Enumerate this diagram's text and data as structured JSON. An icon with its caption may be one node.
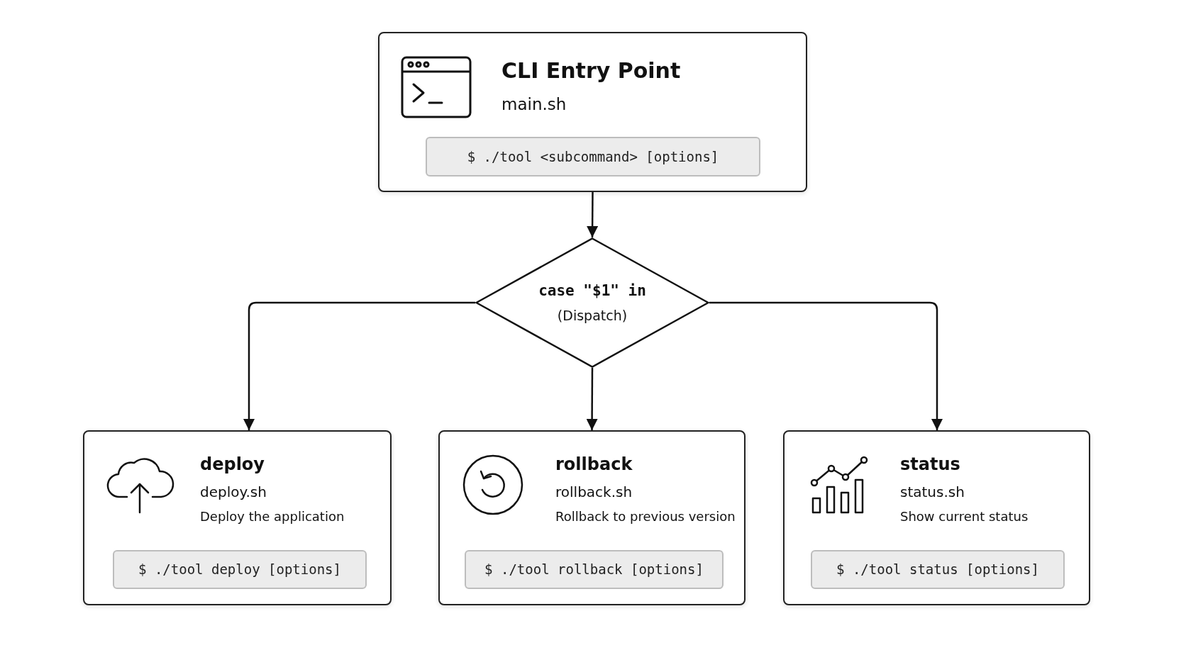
{
  "diagram": {
    "nodes": [
      {
        "text": [
          "CLI Entry Point",
          "main.sh"
        ]
      },
      {
        "text": [
          "$ ./tool <subcommand> [options]"
        ],
        "in": 0
      },
      {
        "text": [
          "case \"$1\" in",
          "(Dispatch)"
        ]
      },
      {
        "text": [
          "deploy",
          "deploy.sh",
          "Deploy the application"
        ]
      },
      {
        "text": [
          "$ ./tool deploy [options]"
        ],
        "in": 3
      },
      {
        "text": [
          "rollback",
          "rollback.sh",
          "Rollback to previous version"
        ]
      },
      {
        "text": [
          "$ ./tool rollback [options]"
        ],
        "in": 5
      },
      {
        "text": [
          "status",
          "status.sh",
          "Show current status"
        ]
      },
      {
        "text": [
          "$ ./tool status [options]"
        ],
        "in": 7
      }
    ],
    "edges": [
      {
        "from": 0,
        "to": 2,
        "arrow": "to"
      },
      {
        "from": 2,
        "to": 3,
        "arrow": "to"
      },
      {
        "from": 2,
        "to": 5,
        "arrow": "to"
      },
      {
        "from": 2,
        "to": 7,
        "arrow": "to"
      }
    ]
  }
}
